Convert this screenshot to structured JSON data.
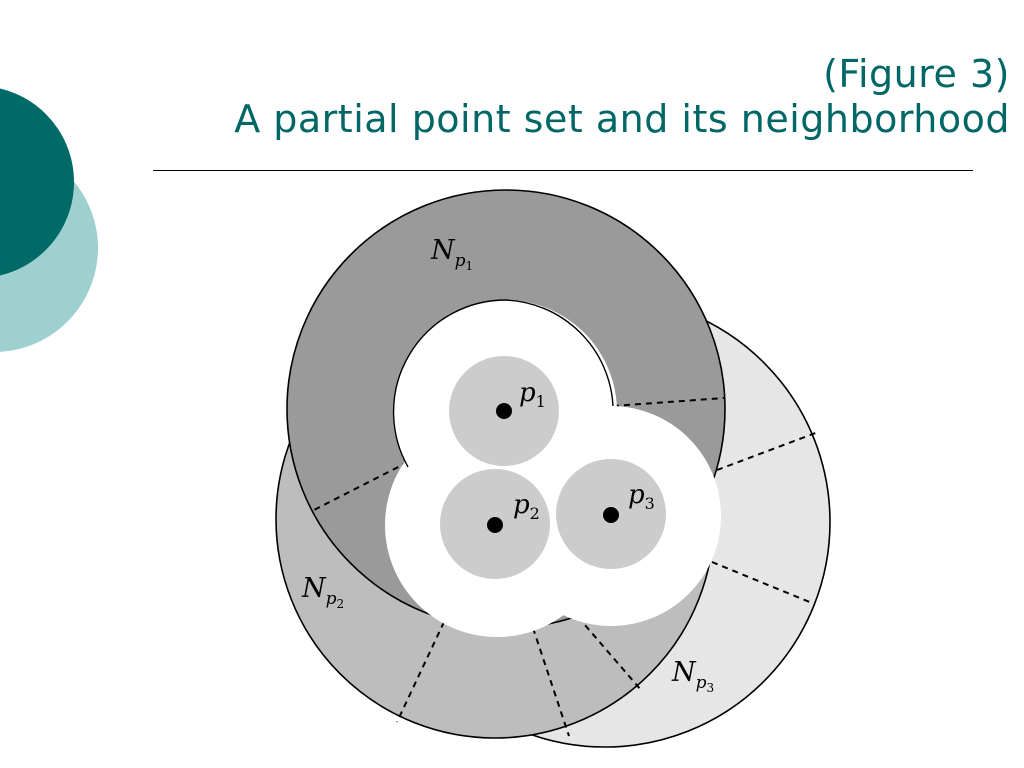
{
  "header": {
    "figure_label": "(Figure 3)",
    "title": "A partial point set and its neighborhood"
  },
  "colors": {
    "accent_dark": "#006A66",
    "accent_light": "#9ED0D0",
    "title_text": "#006666",
    "neighborhood_p1": "#9a9a9a",
    "neighborhood_p2": "#bdbdbd",
    "neighborhood_p3": "#e6e6e6",
    "point_disc": "#cccccc"
  },
  "diagram": {
    "points": [
      {
        "base": "p",
        "sub": "1"
      },
      {
        "base": "p",
        "sub": "2"
      },
      {
        "base": "p",
        "sub": "3"
      }
    ],
    "neighborhoods": [
      {
        "base": "N",
        "sub_base": "p",
        "sub": "1"
      },
      {
        "base": "N",
        "sub_base": "p",
        "sub": "2"
      },
      {
        "base": "N",
        "sub_base": "p",
        "sub": "3"
      }
    ]
  }
}
